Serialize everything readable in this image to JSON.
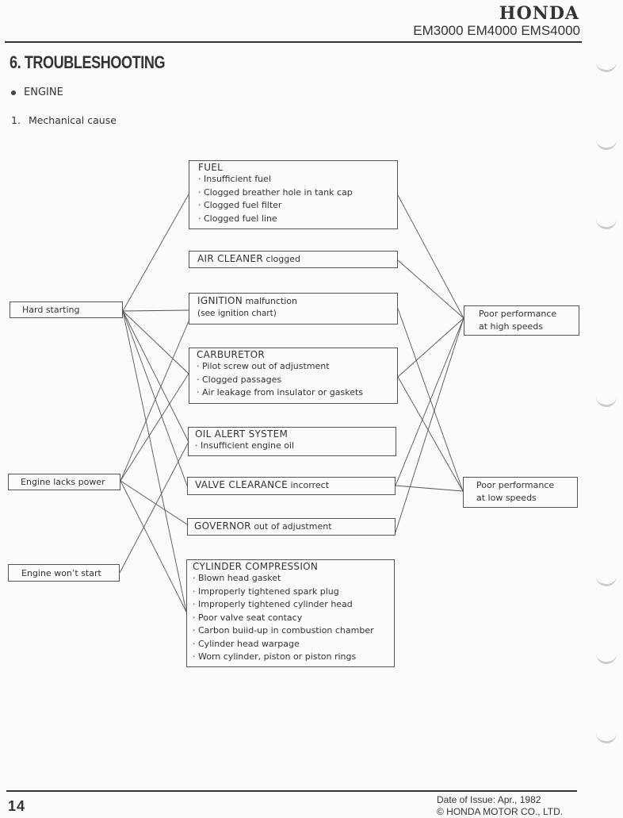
{
  "header": {
    "brand": "HONDA",
    "models": "EM3000 EM4000 EMS4000"
  },
  "title": "6. TROUBLESHOOTING",
  "section": "ENGINE",
  "subsection": {
    "number": "1.",
    "label": "Mechanical cause"
  },
  "symptoms": [
    {
      "id": "hard",
      "label": "Hard starting"
    },
    {
      "id": "power",
      "label": "Engine lacks power"
    },
    {
      "id": "nostart",
      "label": "Engine won’t start"
    }
  ],
  "causes": [
    {
      "id": "fuel",
      "head": "FUEL",
      "tail": "",
      "items": [
        "Insufficient fuel",
        "Clogged breather hole in tank cap",
        "Clogged fuel filter",
        "Clogged fuel line"
      ]
    },
    {
      "id": "air",
      "head": "AIR CLEANER",
      "tail": "clogged",
      "items": []
    },
    {
      "id": "ignition",
      "head": "IGNITION",
      "tail": "malfunction",
      "note": "(see ignition chart)",
      "items": []
    },
    {
      "id": "carb",
      "head": "CARBURETOR",
      "tail": "",
      "items": [
        "Pilot screw out of adjustment",
        "Clogged passages",
        "Air leakage from insulator or gaskets"
      ]
    },
    {
      "id": "oil",
      "head": "OIL ALERT SYSTEM",
      "tail": "",
      "items": [
        "Insufficient engine oil"
      ]
    },
    {
      "id": "valve",
      "head": "VALVE CLEARANCE",
      "tail": "incorrect",
      "items": []
    },
    {
      "id": "governor",
      "head": "GOVERNOR",
      "tail": "out of adjustment",
      "items": []
    },
    {
      "id": "cyl",
      "head": "CYLINDER COMPRESSION",
      "tail": "",
      "items": [
        "Blown head gasket",
        "Improperly tightened spark plug",
        "Improperly tightened cylinder head",
        "Poor valve seat contacy",
        "Carbon buiid-up in combustion chamber",
        "Cylinder head warpage",
        "Worn cylinder, piston or piston rings"
      ]
    }
  ],
  "effects": [
    {
      "id": "high",
      "line1": "Poor performance",
      "line2": "at high speeds"
    },
    {
      "id": "low",
      "line1": "Poor performance",
      "line2": "at low speeds"
    }
  ],
  "connections": {
    "left": [
      [
        "hard",
        "fuel"
      ],
      [
        "hard",
        "ignition"
      ],
      [
        "hard",
        "carb"
      ],
      [
        "hard",
        "oil"
      ],
      [
        "hard",
        "valve"
      ],
      [
        "hard",
        "cyl"
      ],
      [
        "power",
        "ignition"
      ],
      [
        "power",
        "carb"
      ],
      [
        "power",
        "governor"
      ],
      [
        "power",
        "cyl"
      ],
      [
        "nostart",
        "oil"
      ]
    ],
    "right": [
      [
        "fuel",
        "high"
      ],
      [
        "air",
        "high"
      ],
      [
        "ignition",
        "low"
      ],
      [
        "carb",
        "high"
      ],
      [
        "carb",
        "low"
      ],
      [
        "valve",
        "high"
      ],
      [
        "valve",
        "low"
      ],
      [
        "governor",
        "high"
      ]
    ]
  },
  "footer": {
    "page": "14",
    "issue": "Date of Issue: Apr., 1982",
    "copyright": "© HONDA MOTOR CO., LTD."
  }
}
